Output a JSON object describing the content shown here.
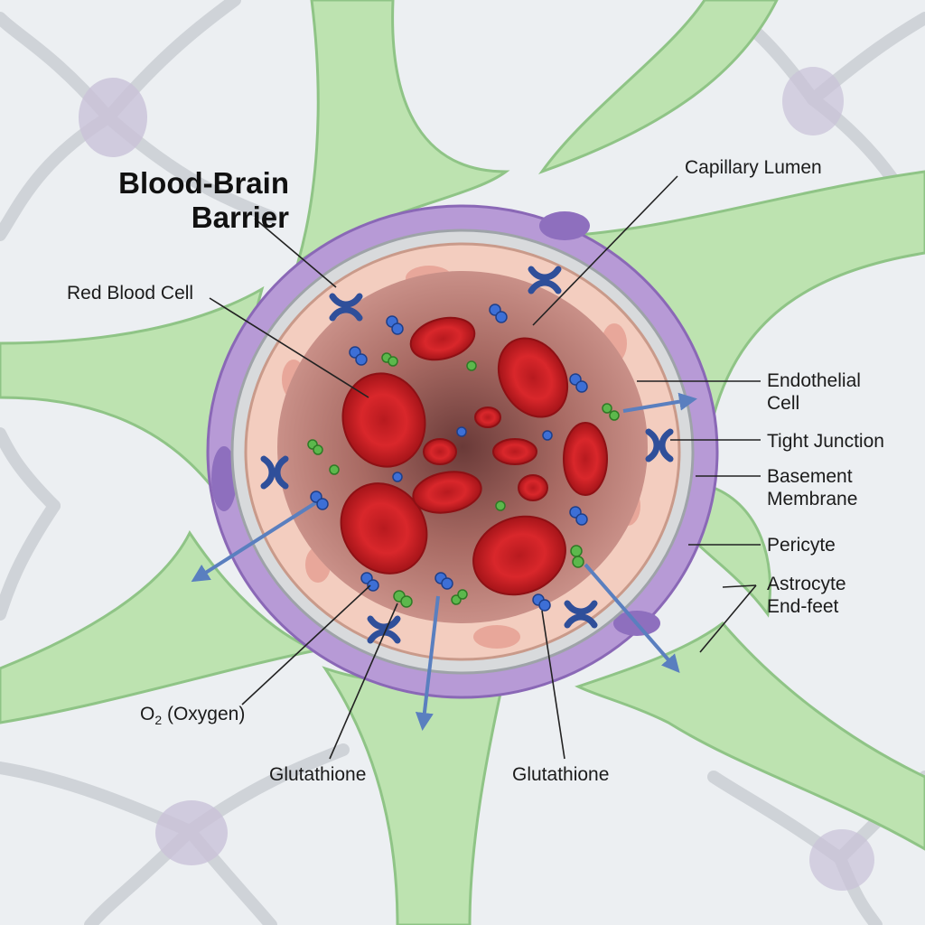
{
  "title": {
    "line1": "Blood-Brain",
    "line2": "Barrier"
  },
  "labels": {
    "capillary_lumen": "Capillary Lumen",
    "red_blood_cell": "Red Blood Cell",
    "endothelial_cell": {
      "line1": "Endothelial",
      "line2": "Cell"
    },
    "tight_junction": "Tight Junction",
    "basement_membrane": {
      "line1": "Basement",
      "line2": "Membrane"
    },
    "pericyte": "Pericyte",
    "astrocyte_end_feet": {
      "line1": "Astrocyte",
      "line2": "End-feet"
    },
    "oxygen": {
      "prefix": "O",
      "subscript": "2",
      "suffix": " (Oxygen)"
    },
    "glutathione_left": "Glutathione",
    "glutathione_right": "Glutathione"
  },
  "colors": {
    "astrocyte": "#bde3b0",
    "pericyte": "#b79ad6",
    "endothelial": "#f3cdbf",
    "lumen": "#b06e68",
    "red_blood_cell": "#d8262a",
    "tight_junction": "#2f4f9a",
    "oxygen_molecule": "#3d6fd6",
    "glutathione_molecule": "#5cb84c",
    "arrow": "#5f86c7"
  }
}
